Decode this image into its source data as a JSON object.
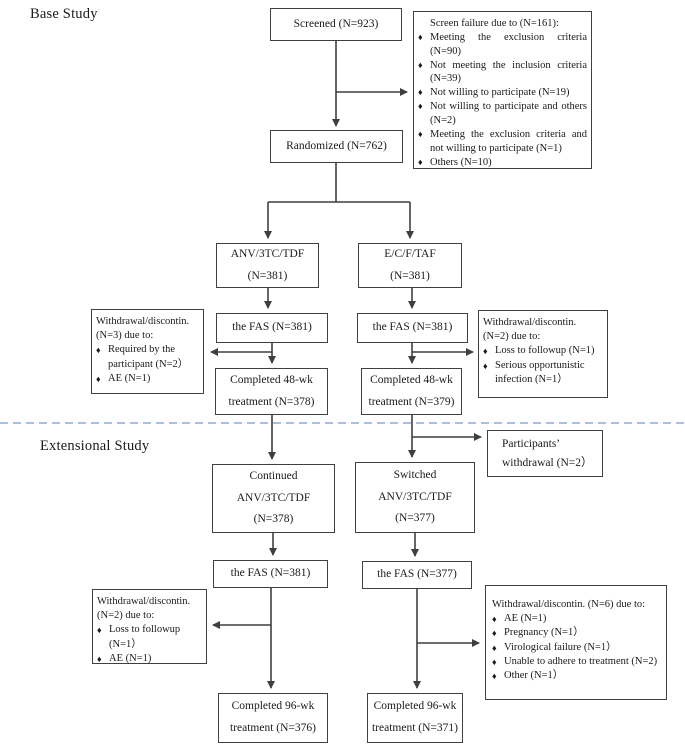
{
  "labels": {
    "base_study": "Base Study",
    "extensional_study": "Extensional Study"
  },
  "glyphs": {
    "bullet": "♦"
  },
  "colors": {
    "line": "#3f3f3f",
    "divider": "#8faadc"
  },
  "base": {
    "screened": "Screened (N=923)",
    "screen_failure": {
      "title": "Screen failure due to (N=161):",
      "items": [
        "Meeting the exclusion criteria (N=90)",
        "Not meeting the inclusion criteria (N=39)",
        "Not willing to participate (N=19)",
        "Not willing to participate and others (N=2)",
        "Meeting the exclusion criteria and not willing to participate (N=1)",
        "Others (N=10)"
      ]
    },
    "randomized": "Randomized (N=762)",
    "arm_left": "ANV/3TC/TDF\n(N=381)",
    "arm_right": "E/C/F/TAF\n(N=381)",
    "fas_left": "the FAS (N=381)",
    "fas_right": "the FAS (N=381)",
    "withdrawal_left": {
      "title": "Withdrawal/discontin. (N=3) due to:",
      "items": [
        "Required by the participant (N=2）",
        "AE (N=1)"
      ]
    },
    "withdrawal_right": {
      "title": "Withdrawal/discontin. (N=2) due to:",
      "items": [
        "Loss to followup (N=1)",
        "Serious opportunistic infection (N=1）"
      ]
    },
    "completed_left": "Completed 48-wk\ntreatment (N=378)",
    "completed_right": "Completed 48-wk\ntreatment (N=379)"
  },
  "extension": {
    "continued": "Continued\nANV/3TC/TDF\n(N=378)",
    "switched": "Switched\nANV/3TC/TDF\n(N=377)",
    "participants_withdrawal": "Participants’\nwithdrawal (N=2）",
    "fas_left": "the FAS (N=381)",
    "fas_right": "the FAS (N=377)",
    "withdrawal_left": {
      "title": "Withdrawal/discontin. (N=2) due to:",
      "items": [
        "Loss to followup (N=1）",
        "AE (N=1)"
      ]
    },
    "withdrawal_right": {
      "title": "Withdrawal/discontin. (N=6) due to:",
      "items": [
        "AE (N=1)",
        "Pregnancy (N=1）",
        "Virological failure (N=1）",
        "Unable to adhere to treatment (N=2)",
        "Other (N=1）"
      ]
    },
    "completed_left": "Completed 96-wk\ntreatment (N=376)",
    "completed_right": "Completed 96-wk\ntreatment (N=371)"
  }
}
